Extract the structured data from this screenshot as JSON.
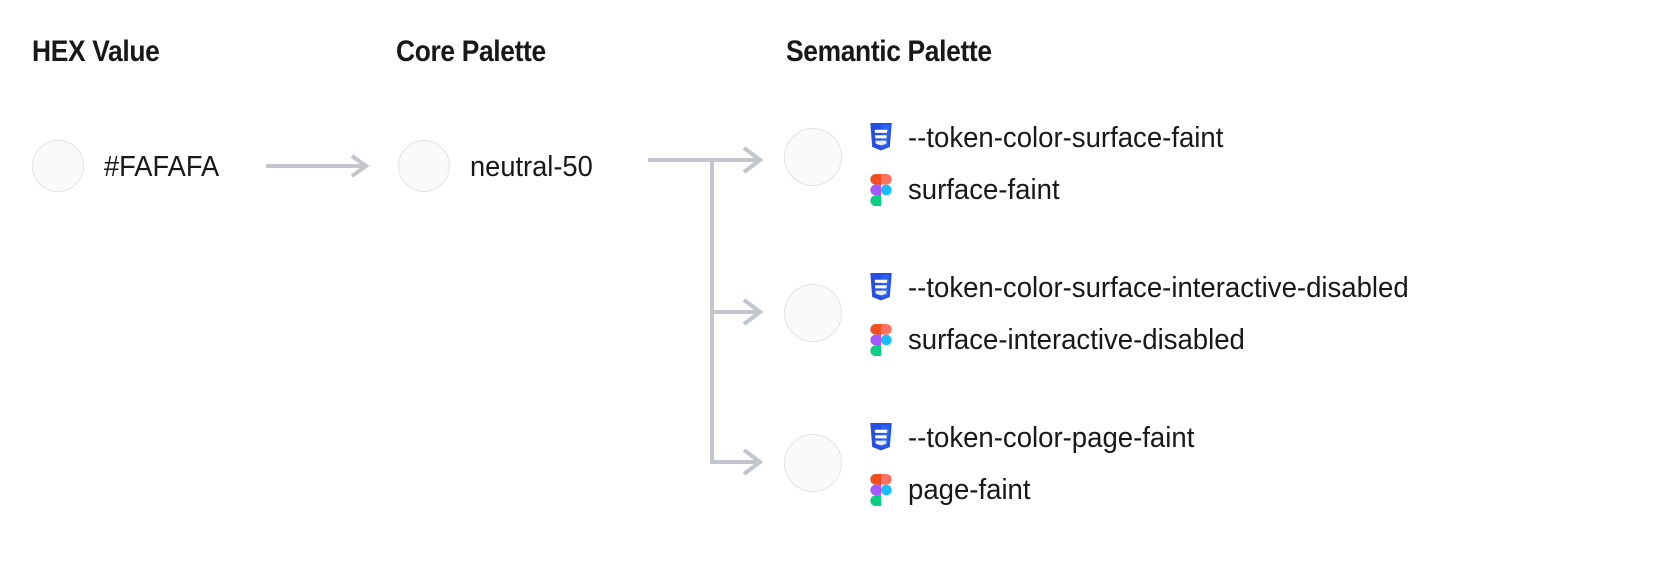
{
  "headings": {
    "hex": "HEX Value",
    "core": "Core Palette",
    "semantic": "Semantic Palette"
  },
  "colors": {
    "swatch_fill": "#FAFAFA",
    "swatch_border": "#E3E3E8",
    "arrow": "#C3C5CC",
    "text": "#18181B",
    "css_icon_blue": "#264DE4",
    "css_icon_blue_light": "#2965F1",
    "figma_orange": "#F24E1E",
    "figma_salmon": "#FF7262",
    "figma_purple": "#A259FF",
    "figma_blue": "#1ABCFE",
    "figma_green": "#0ACF83"
  },
  "hex": {
    "value": "#FAFAFA",
    "swatch_color": "#FAFAFA"
  },
  "core": {
    "value": "neutral-50",
    "swatch_color": "#FAFAFA"
  },
  "semantic": {
    "items": [
      {
        "swatch_color": "#FAFAFA",
        "css_icon": "css3-icon",
        "css_token": "--token-color-surface-faint",
        "figma_icon": "figma-icon",
        "figma_token": "surface-faint"
      },
      {
        "swatch_color": "#FAFAFA",
        "css_icon": "css3-icon",
        "css_token": "--token-color-surface-interactive-disabled",
        "figma_icon": "figma-icon",
        "figma_token": "surface-interactive-disabled"
      },
      {
        "swatch_color": "#FAFAFA",
        "css_icon": "css3-icon",
        "css_token": "--token-color-page-faint",
        "figma_icon": "figma-icon",
        "figma_token": "page-faint"
      }
    ]
  },
  "connectors": {
    "hex_to_core": "arrow-right",
    "core_to_semantic": "branching-arrow-right"
  }
}
